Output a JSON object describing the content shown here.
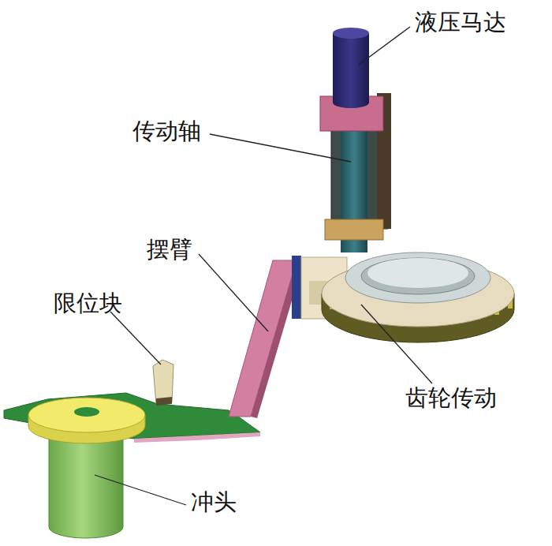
{
  "diagram": {
    "labels": [
      "液压马达",
      "传动轴",
      "摆臂",
      "限位块",
      "齿轮传动",
      "冲头"
    ]
  }
}
